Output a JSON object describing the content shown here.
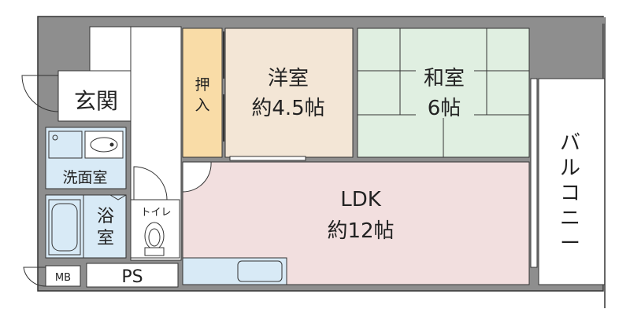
{
  "rooms": {
    "genkan": "玄関",
    "washroom": "洗面室",
    "bath_line1": "浴",
    "bath_line2": "室",
    "toilet": "トイレ",
    "closet_line1": "押",
    "closet_line2": "入",
    "western_name": "洋室",
    "western_size": "約4.5帖",
    "japanese_name": "和室",
    "japanese_size": "6帖",
    "ldk_name": "LDK",
    "ldk_size": "約12帖",
    "balcony_chars": [
      "バ",
      "ル",
      "コ",
      "ニ",
      "ー"
    ],
    "mb": "MB",
    "ps": "PS"
  },
  "colors": {
    "wall": "#8e8e8e",
    "outline": "#333333",
    "western_floor": "#f3e6d6",
    "closet_floor": "#f9dca7",
    "japanese_floor": "#e0efe1",
    "ldk_floor": "#f2dfdf",
    "wet_area": "#d8eaf6",
    "kitchen": "#d8eaf6"
  }
}
